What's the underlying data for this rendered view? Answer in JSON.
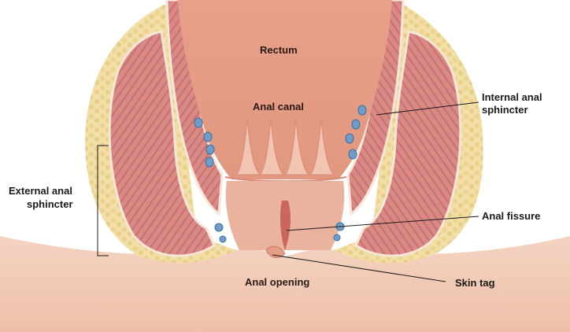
{
  "labels": {
    "rectum": "Rectum",
    "anal_canal": "Anal canal",
    "internal_sphincter_line1": "Internal anal",
    "internal_sphincter_line2": "sphincter",
    "external_sphincter_line1": "External anal",
    "external_sphincter_line2": "sphincter",
    "anal_fissure": "Anal fissure",
    "anal_opening": "Anal opening",
    "skin_tag": "Skin tag"
  },
  "colors": {
    "fat": "#f0dca0",
    "muscle": "#d98a86",
    "mucosa": "#e9a68f",
    "skin": "#f1c7b2",
    "vessel": "#6f9cc8"
  }
}
